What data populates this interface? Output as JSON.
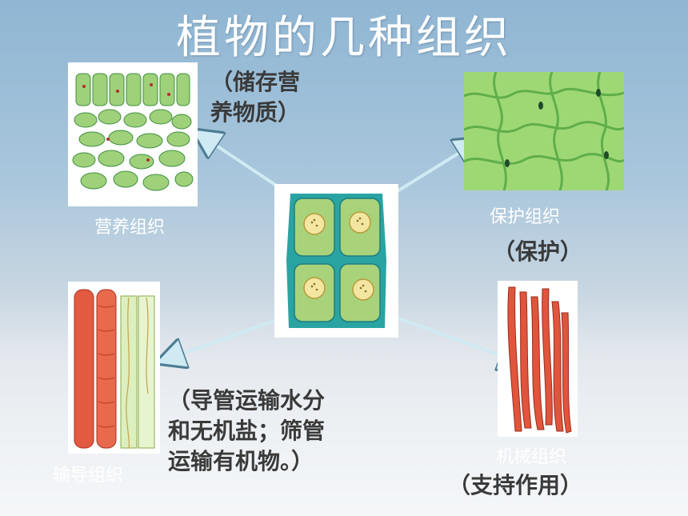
{
  "title": "植物的几种组织",
  "tissues": {
    "nutrient": {
      "label": "营养组织",
      "note_line1": "（储存营",
      "note_line2": "养物质）"
    },
    "protective": {
      "label": "保护组织",
      "note": "（保护）"
    },
    "conductive": {
      "label": "输导组织",
      "note_line1": "（导管运输水分",
      "note_line2": "和无机盐；筛管",
      "note_line3": "运输有机物。）"
    },
    "mechanical": {
      "label": "机械组织",
      "note": "（支持作用）"
    }
  },
  "colors": {
    "arrow": "#b8dce8",
    "cell_fill": "#a8d37a",
    "cell_wall": "#2aa3a3",
    "nucleus": "#f3e6a0",
    "fiber": "#e05a3e"
  }
}
